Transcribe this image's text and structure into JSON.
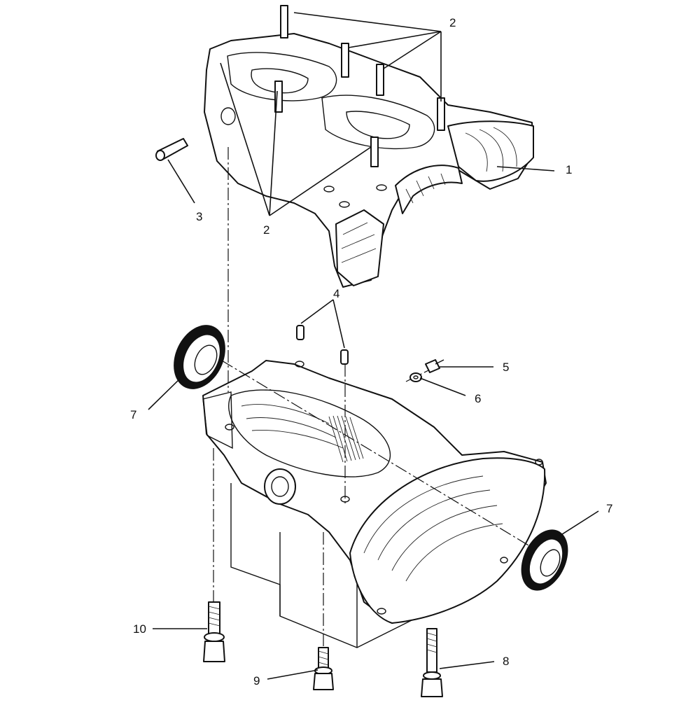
{
  "callouts": {
    "c1": "1",
    "c2a": "2",
    "c2b": "2",
    "c3": "3",
    "c4": "4",
    "c5": "5",
    "c6": "6",
    "c7a": "7",
    "c7b": "7",
    "c8": "8",
    "c9": "9",
    "c10": "10"
  },
  "colors": {
    "line": "#111111",
    "background": "#ffffff"
  }
}
